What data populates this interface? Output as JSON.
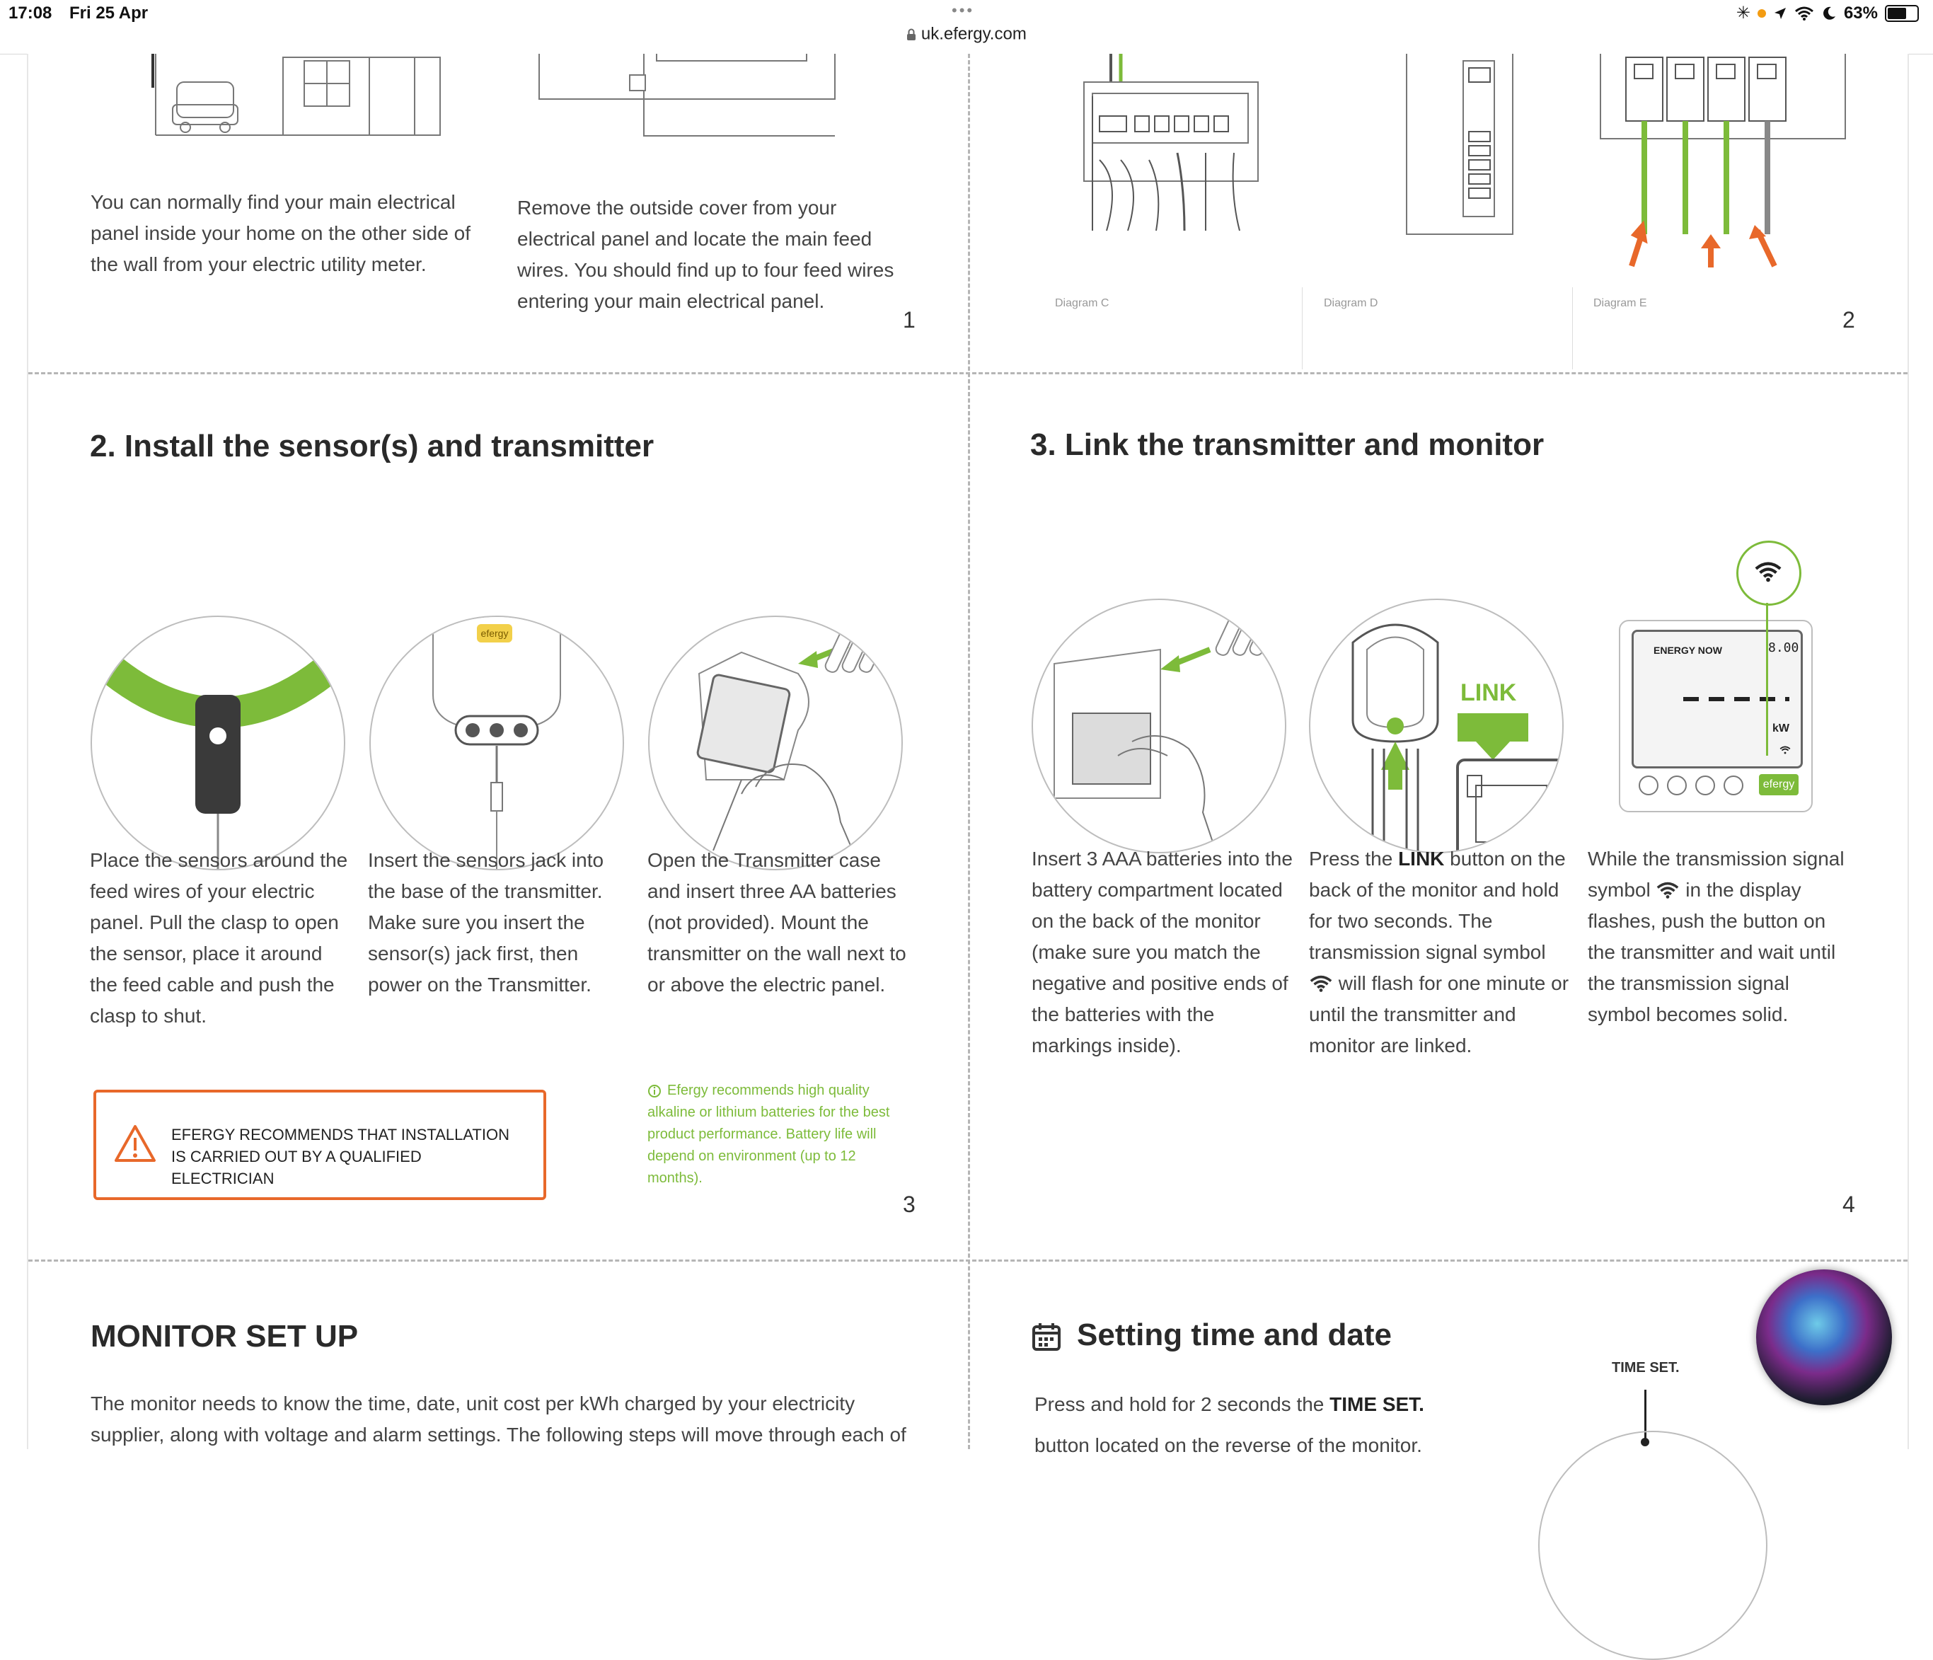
{
  "status_bar": {
    "time": "17:08",
    "date": "Fri 25 Apr",
    "battery": "63%"
  },
  "browser": {
    "url": "uk.efergy.com"
  },
  "top_section": {
    "para_1": "You can normally find your main electrical panel inside your home on the other side of the wall from your electric utility meter.",
    "para_2": "Remove the outside cover from your electrical panel and locate the main feed wires. You should find up to four feed wires entering your main electrical panel.",
    "page_1": "1",
    "diagram_c": "Diagram C",
    "diagram_d": "Diagram D",
    "diagram_e": "Diagram E",
    "page_2": "2"
  },
  "install_section": {
    "title": "2. Install the sensor(s) and transmitter",
    "step_1": "Place the sensors around the feed wires of your electric panel. Pull the clasp to open the sensor, place it around the feed cable and push the clasp to shut.",
    "step_2": "Insert the sensors jack into the base of the transmitter. Make sure you insert the sensor(s) jack first, then power on the Transmitter.",
    "step_3": "Open the Transmitter case and insert three AA batteries (not provided). Mount the transmitter on the wall next to or above the electric panel.",
    "warning": "EFERGY RECOMMENDS THAT INSTALLATION IS CARRIED OUT BY A QUALIFIED ELECTRICIAN",
    "note": "Efergy recommends high quality alkaline or lithium batteries for the best product performance. Battery life will depend on environment (up to 12 months).",
    "page_num": "3",
    "transmitter_brand": "efergy"
  },
  "link_section": {
    "title": "3. Link the transmitter and monitor",
    "step_1": "Insert 3 AAA batteries into the battery compartment located on the back of the monitor (make sure you match the negative and positive ends of the batteries with the markings inside).",
    "step_2_pre": "Press the ",
    "step_2_bold": "LINK",
    "step_2_mid": " button on the back of the monitor and hold for two seconds. The transmission signal symbol ",
    "step_2_post": " will flash for one minute or until the transmitter and monitor are linked.",
    "step_3_pre": "While the transmission signal symbol ",
    "step_3_post": " in the display flashes, push the button on the transmitter and wait until the transmission signal symbol becomes solid.",
    "link_label": "LINK",
    "display_label": "ENERGY NOW",
    "display_value": "8.00",
    "display_unit": "kW",
    "monitor_brand": "efergy",
    "page_num": "4"
  },
  "monitor_section": {
    "title": "MONITOR SET UP",
    "para": "The monitor needs to know the time, date, unit cost per kWh charged by your electricity supplier, along with voltage and alarm settings. The following steps will move through each of"
  },
  "time_section": {
    "title": "Setting time and date",
    "para_pre": "Press and hold for 2 seconds the ",
    "para_bold": "TIME SET.",
    "para_post": " button located on the reverse of the monitor.",
    "time_set_label": "TIME SET."
  },
  "colors": {
    "accent_green": "#7dbb3a",
    "warning_orange": "#e8682a"
  }
}
